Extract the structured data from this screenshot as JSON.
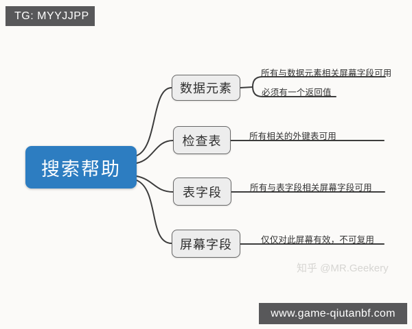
{
  "badge": {
    "label": "TG: MYYJJPP"
  },
  "mindmap": {
    "root": {
      "label": "搜索帮助"
    },
    "branches": [
      {
        "label": "数据元素",
        "notes": [
          "所有与数据元素相关屏幕字段可用",
          "必须有一个返回值"
        ]
      },
      {
        "label": "检查表",
        "notes": [
          "所有相关的外键表可用"
        ]
      },
      {
        "label": "表字段",
        "notes": [
          "所有与表字段相关屏幕字段可用"
        ]
      },
      {
        "label": "屏幕字段",
        "notes": [
          "仅仅对此屏幕有效，不可复用"
        ]
      }
    ]
  },
  "watermark": {
    "text": "知乎 @MR.Geekery"
  },
  "footer": {
    "url": "www.game-qiutanbf.com"
  },
  "colors": {
    "root_node_blue": "#2d7dc1",
    "topic_fill": "#ededed",
    "topic_border": "#686868",
    "connector": "#3c3c3c",
    "badge_background": "#58585a",
    "watermark_gray": "#d6d5d2",
    "canvas_background": "#fbfaf8"
  }
}
